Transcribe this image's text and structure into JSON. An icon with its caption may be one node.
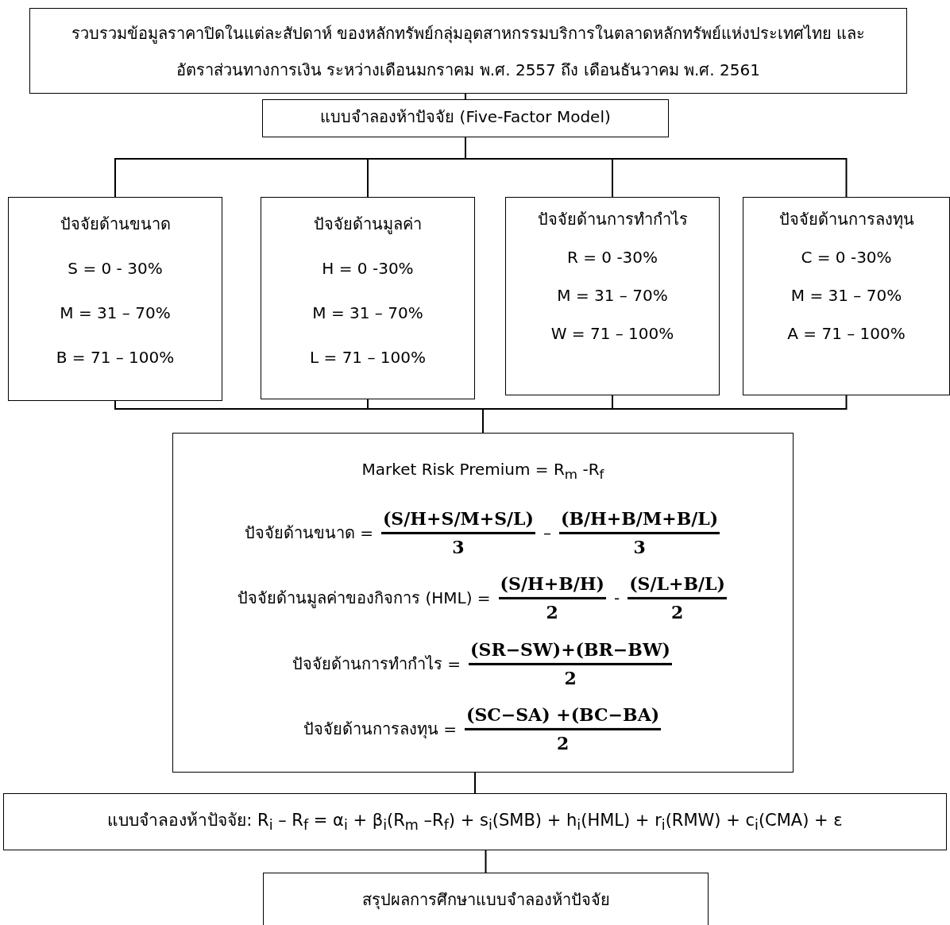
{
  "diagram": {
    "nodes": [
      {
        "text": [
          "รวบรวมข้อมูลราคาปิดในแต่ละสัปดาห์ ของหลักทรัพย์กลุ่มอุตสาหกรรมบริการในตลาดหลักทรัพย์แห่งประเทศไทย และอัตราส่วนทางการเงิน ระหว่างเดือนมกราคม พ.ศ. 2557 ถึง เดือนธันวาคม พ.ศ. 2561"
        ]
      },
      {
        "text": [
          "แบบจำลองห้าปัจจัย (Five-Factor Model)"
        ]
      },
      {
        "text": [
          "ปัจจัยด้านขนาด",
          "S = 0 - 30%",
          "M = 31 – 70%",
          "B = 71 – 100%"
        ]
      },
      {
        "text": [
          "ปัจจัยด้านมูลค่า",
          "H = 0 -30%",
          "M = 31 – 70%",
          "L = 71 – 100%"
        ]
      },
      {
        "text": [
          "ปัจจัยด้านการทำกำไร",
          "R = 0 -30%",
          "M = 31 – 70%",
          "W = 71 – 100%"
        ]
      },
      {
        "text": [
          "ปัจจัยด้านการลงทุน",
          "C = 0 -30%",
          "M = 31 – 70%",
          "A = 71 – 100%"
        ]
      },
      {
        "text": [
          "Market Risk Premium = R$_{m}$ -R$_{f}$",
          "ปัจจัยด้านขนาด =",
          "(S/H+S/M+S/L)",
          "3",
          "–",
          "(B/H+B/M+B/L)",
          "3",
          "ปัจจัยด้านมูลค่าของกิจการ (HML) =",
          "(S/H+B/H)",
          "2",
          "-",
          "(S/L+B/L)",
          "2",
          "ปัจจัยด้านการทำกำไร =",
          "(SR−SW)+(BR−BW)",
          "2",
          "ปัจจัยด้านการลงทุน =",
          "(SC−SA) +(BC−BA)",
          "2"
        ]
      },
      {
        "text": [
          "แบบจำลองห้าปัจจัย: R$_{i}$ – R$_{f}$ = α$_{i}$ + β$_{i}$(R$_{m}$ –R$_{f}$) + s$_{i}$(SMB) + h$_{i}$(HML) + r$_{i}$(RMW) + c$_{i}$(CMA) + ε"
        ]
      },
      {
        "text": [
          "สรุปผลการศึกษาแบบจำลองห้าปัจจัย"
        ]
      }
    ],
    "edges": [
      {
        "from": 0,
        "to": 1,
        "arrow": "none"
      },
      {
        "from": 1,
        "to": 2,
        "arrow": "none"
      },
      {
        "from": 1,
        "to": 3,
        "arrow": "none"
      },
      {
        "from": 1,
        "to": 4,
        "arrow": "none"
      },
      {
        "from": 1,
        "to": 5,
        "arrow": "none"
      },
      {
        "from": 2,
        "to": 6,
        "arrow": "none"
      },
      {
        "from": 3,
        "to": 6,
        "arrow": "none"
      },
      {
        "from": 4,
        "to": 6,
        "arrow": "none"
      },
      {
        "from": 5,
        "to": 6,
        "arrow": "none"
      },
      {
        "from": 6,
        "to": 7,
        "arrow": "none"
      },
      {
        "from": 7,
        "to": 8,
        "arrow": "none"
      }
    ]
  }
}
